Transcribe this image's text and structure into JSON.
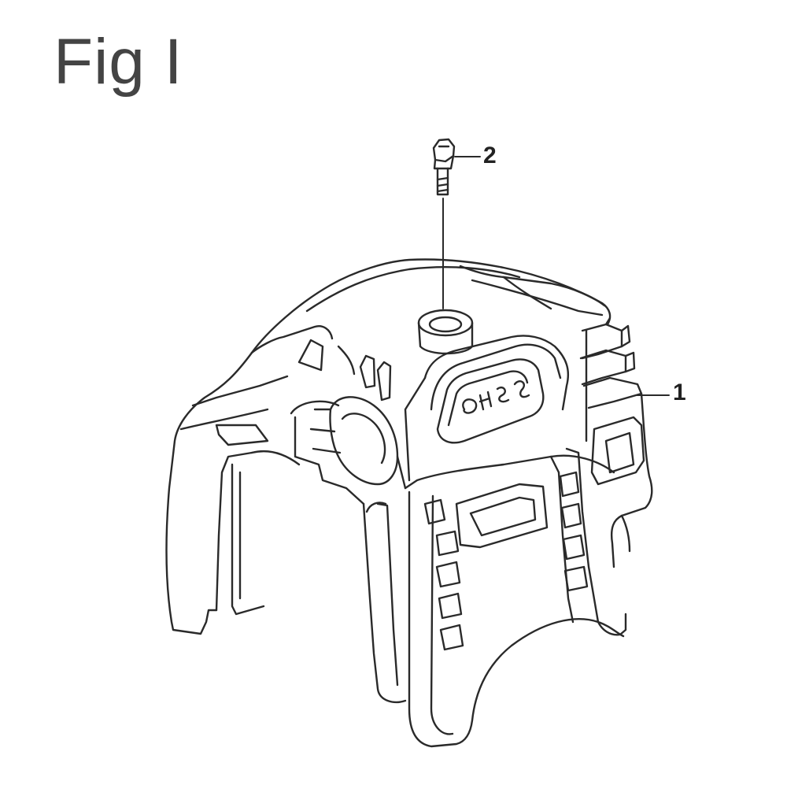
{
  "figure": {
    "title": "Fig I"
  },
  "callouts": [
    {
      "id": "1",
      "label": "1",
      "part": "engine-cover"
    },
    {
      "id": "2",
      "label": "2",
      "part": "bolt"
    }
  ],
  "colors": {
    "line": "#2a2a2a",
    "title": "#444444",
    "background": "#ffffff"
  }
}
